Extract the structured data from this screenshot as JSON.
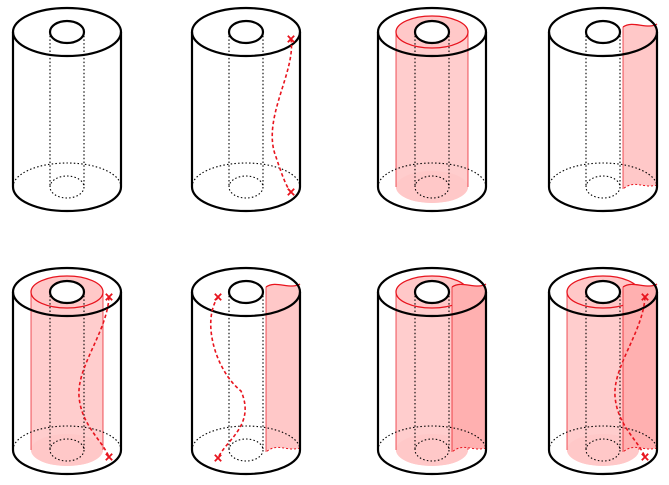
{
  "colors": {
    "outline": "#000000",
    "accent": "#e8141e",
    "fill": "#ffc8c8",
    "fill_dark": "#ffb0b0",
    "background": "#ffffff"
  },
  "figure": {
    "rows": 2,
    "cols": 4,
    "panels": [
      {
        "surfaces": [],
        "strands": []
      },
      {
        "surfaces": [],
        "strands": [
          "back-wavy"
        ]
      },
      {
        "surfaces": [
          "inner-annulus"
        ],
        "strands": []
      },
      {
        "surfaces": [
          "right-band"
        ],
        "strands": []
      },
      {
        "surfaces": [
          "inner-annulus"
        ],
        "strands": [
          "front-wavy"
        ]
      },
      {
        "surfaces": [
          "right-band"
        ],
        "strands": [
          "left-wavy"
        ]
      },
      {
        "surfaces": [
          "inner-annulus",
          "right-band"
        ],
        "strands": []
      },
      {
        "surfaces": [
          "inner-annulus",
          "right-band"
        ],
        "strands": [
          "front-wavy"
        ]
      }
    ]
  }
}
